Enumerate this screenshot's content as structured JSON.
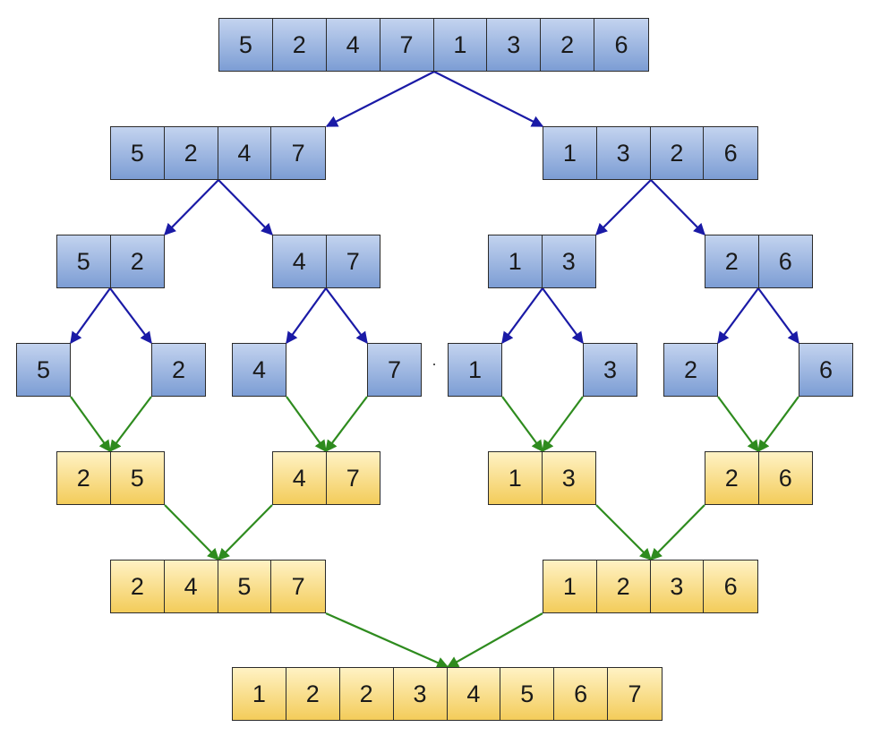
{
  "colors": {
    "split_fill": "#7c9dd4",
    "merge_fill": "#f3cc5a",
    "split_arrow": "#1a1aa6",
    "merge_arrow": "#2e8b1e"
  },
  "split": {
    "level0": [
      [
        "5",
        "2",
        "4",
        "7",
        "1",
        "3",
        "2",
        "6"
      ]
    ],
    "level1": [
      [
        "5",
        "2",
        "4",
        "7"
      ],
      [
        "1",
        "3",
        "2",
        "6"
      ]
    ],
    "level2": [
      [
        "5",
        "2"
      ],
      [
        "4",
        "7"
      ],
      [
        "1",
        "3"
      ],
      [
        "2",
        "6"
      ]
    ],
    "level3": [
      [
        "5"
      ],
      [
        "2"
      ],
      [
        "4"
      ],
      [
        "7"
      ],
      [
        "1"
      ],
      [
        "3"
      ],
      [
        "2"
      ],
      [
        "6"
      ]
    ]
  },
  "merge": {
    "level1": [
      [
        "2",
        "5"
      ],
      [
        "4",
        "7"
      ],
      [
        "1",
        "3"
      ],
      [
        "2",
        "6"
      ]
    ],
    "level2": [
      [
        "2",
        "4",
        "5",
        "7"
      ],
      [
        "1",
        "2",
        "3",
        "6"
      ]
    ],
    "level3": [
      [
        "1",
        "2",
        "2",
        "3",
        "4",
        "5",
        "6",
        "7"
      ]
    ]
  }
}
